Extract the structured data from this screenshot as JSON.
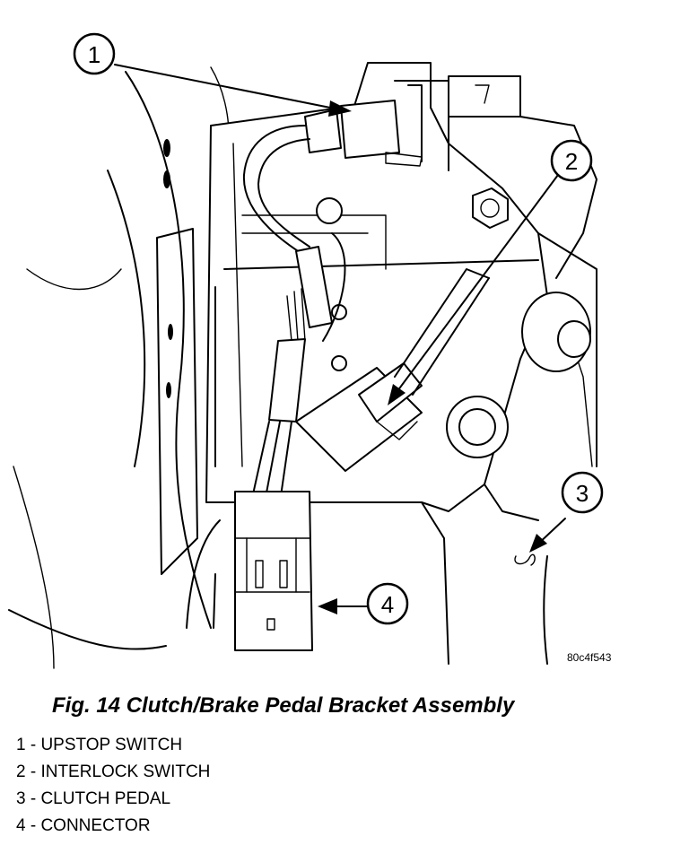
{
  "figure": {
    "code": "80c4f543",
    "callouts": [
      {
        "num": "1"
      },
      {
        "num": "2"
      },
      {
        "num": "3"
      },
      {
        "num": "4"
      }
    ]
  },
  "caption": "Fig. 14 Clutch/Brake Pedal Bracket Assembly",
  "legend": [
    {
      "text": "1 - UPSTOP SWITCH"
    },
    {
      "text": "2 - INTERLOCK SWITCH"
    },
    {
      "text": "3 - CLUTCH PEDAL"
    },
    {
      "text": "4 - CONNECTOR"
    }
  ]
}
